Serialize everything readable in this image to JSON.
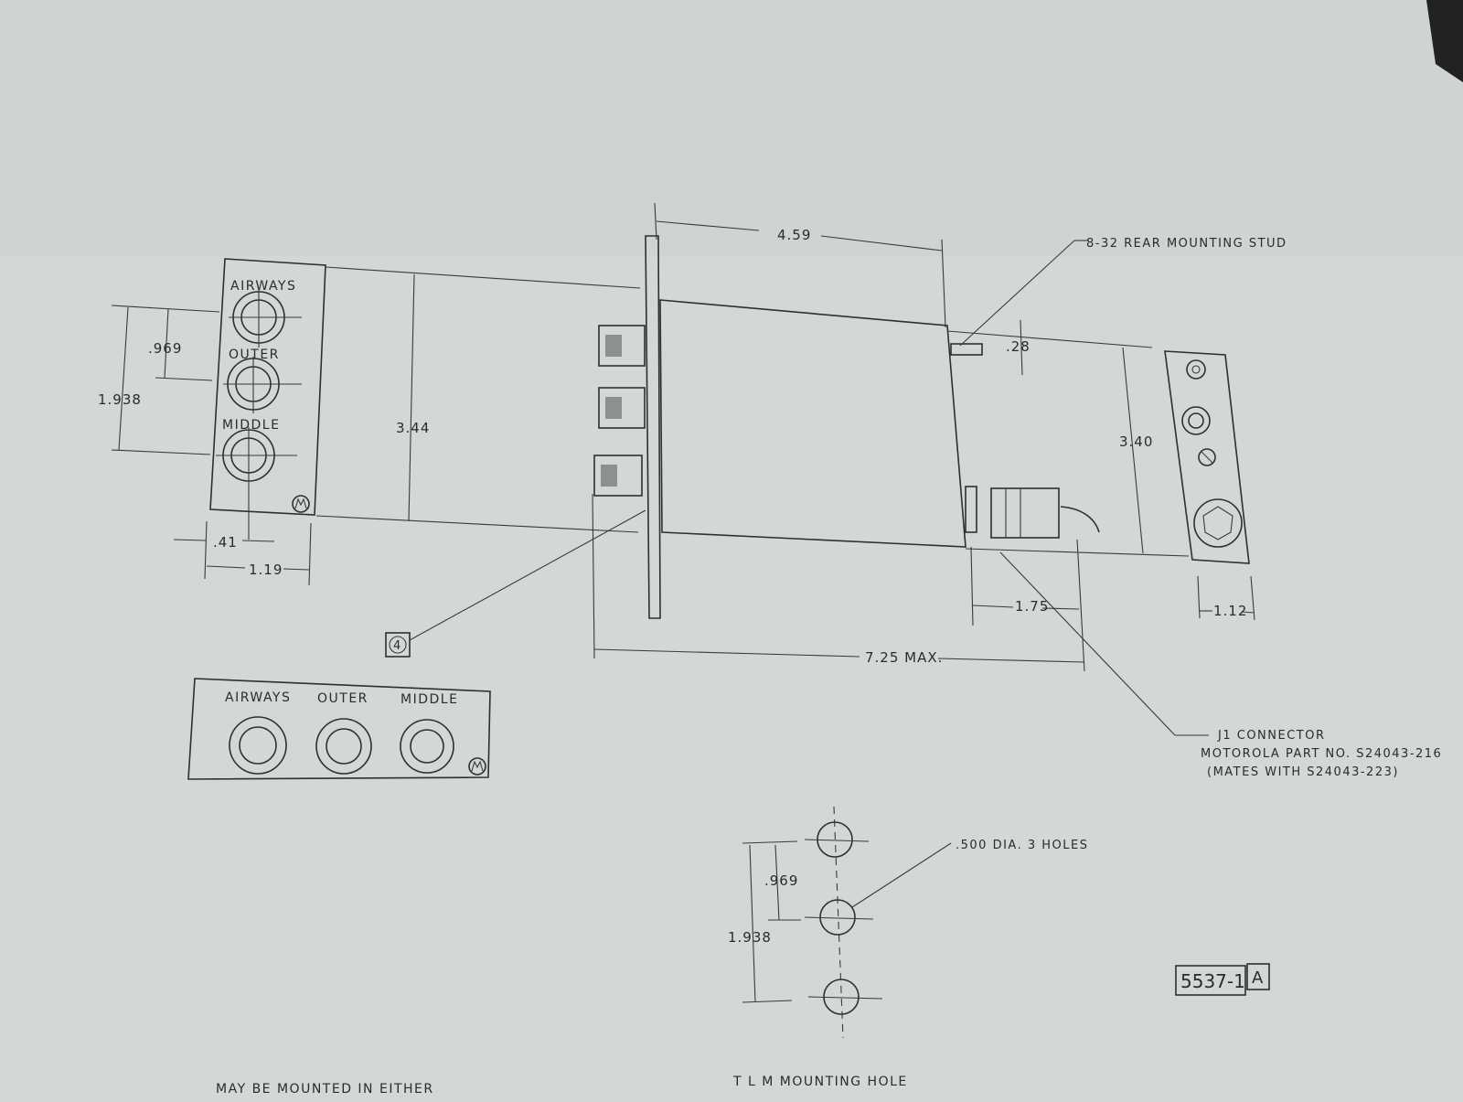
{
  "drawing": {
    "front_panel_labels": [
      "AIRWAYS",
      "OUTER",
      "MIDDLE"
    ],
    "bottom_panel_labels": [
      "AIRWAYS",
      "OUTER",
      "MIDDLE"
    ],
    "dims": {
      "spacing_969": ".969",
      "spacing_1938": "1.938",
      "d_41": ".41",
      "d_119": "1.19",
      "d_344": "3.44",
      "d_459": "4.59",
      "d_028": ".28",
      "d_340": "3.40",
      "d_175": "1.75",
      "d_725": "7.25 MAX.",
      "d_112": "1.12"
    },
    "rear_stud_note": "8-32  REAR  MOUNTING STUD",
    "item_callout": "4",
    "j1_note": {
      "line1": "J1  CONNECTOR",
      "line2": "MOTOROLA PART NO. S24043-216",
      "line3": "(MATES WITH  S24043-223)"
    },
    "hole_pattern": {
      "note": ".500  DIA. 3  HOLES",
      "spacing_969": ".969",
      "spacing_1938": "1.938",
      "title1": "T L M  MOUNTING HOLE",
      "title2": "PATTERN"
    },
    "drawing_number": "5537-1",
    "revision": "A",
    "bottom_note": "MAY  BE  MOUNTED  IN  EITHER",
    "logo_icon": "motorola-logo-icon"
  }
}
